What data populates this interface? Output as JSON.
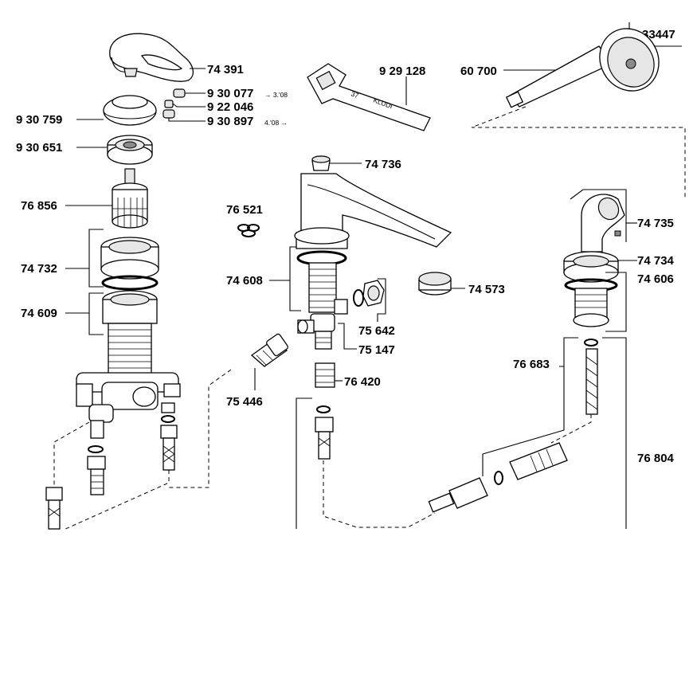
{
  "drawing_number": "33447",
  "labels": {
    "lever_handle": "74 391",
    "screw_a": "9 30 077",
    "screw_a_note": "→ 3.'08",
    "screw_b": "9 22 046",
    "screw_c": "9 30 897",
    "screw_c_note": "4.'08 →",
    "cover_cap": "9 30 759",
    "retaining_nut": "9 30 651",
    "cartridge": "76 856",
    "sleeve": "74 732",
    "mixer_body": "74 609",
    "key_tool": "9 29 128",
    "tool_number": "37",
    "tool_brand": "KLUDI",
    "hand_shower": "60 700",
    "spout_knob": "74 736",
    "seal_set": "76 521",
    "spout_stem": "74 608",
    "connector_nut": "75 642",
    "tee_piece": "75 147",
    "aerator": "74 573",
    "hose_elbow": "74 735",
    "rosette": "74 734",
    "shower_body": "74 606",
    "hose_guide": "76 683",
    "connection_hose": "75 446",
    "nipple": "76 420",
    "hose_set": "76 804"
  }
}
